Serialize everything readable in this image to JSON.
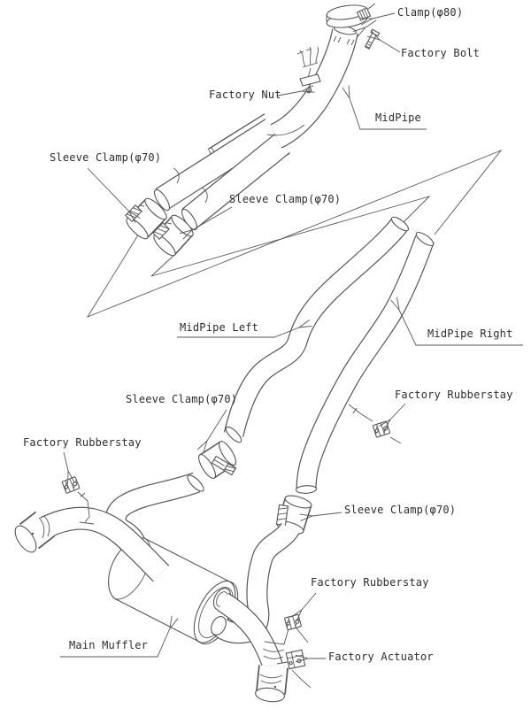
{
  "colors": {
    "line": "#565656",
    "text": "#2d2d2d",
    "background": "#ffffff"
  },
  "labels": {
    "clamp_80": "Clamp(φ80)",
    "factory_bolt": "Factory Bolt",
    "factory_nut": "Factory Nut",
    "midpipe": "MidPipe",
    "sleeve_clamp_front_left": "Sleeve Clamp(φ70)",
    "sleeve_clamp_front_right": "Sleeve Clamp(φ70)",
    "midpipe_left": "MidPipe Left",
    "midpipe_right": "MidPipe Right",
    "sleeve_clamp_mid": "Sleeve Clamp(φ70)",
    "factory_rubberstay_right": "Factory Rubberstay",
    "factory_rubberstay_left": "Factory Rubberstay",
    "sleeve_clamp_rear": "Sleeve Clamp(φ70)",
    "factory_rubberstay_rear": "Factory Rubberstay",
    "main_muffler": "Main Muffler",
    "factory_actuator": "Factory Actuator"
  }
}
